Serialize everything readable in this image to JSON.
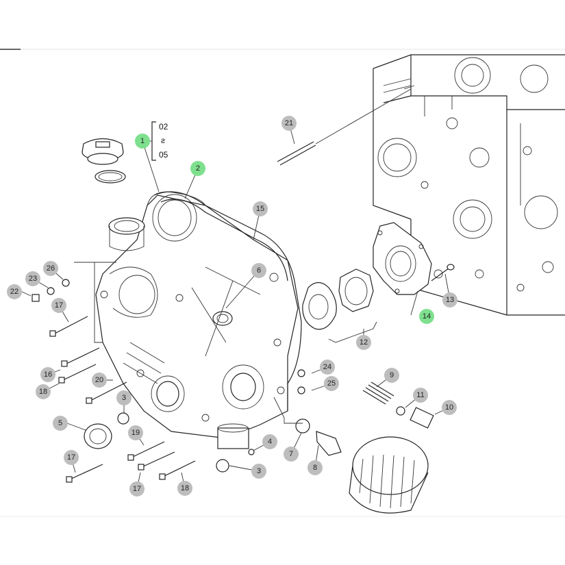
{
  "colors": {
    "callout_default": "#bdbdbd",
    "callout_highlight": "#7ee08e",
    "line": "#222222",
    "background": "#ffffff"
  },
  "variant_bracket": {
    "top": "02",
    "mid": "ƨ",
    "bottom": "05"
  },
  "callouts": [
    {
      "id": "c1",
      "label": "1",
      "highlight": true
    },
    {
      "id": "c2",
      "label": "2",
      "highlight": true
    },
    {
      "id": "c3a",
      "label": "3",
      "highlight": false
    },
    {
      "id": "c3b",
      "label": "3",
      "highlight": false
    },
    {
      "id": "c4",
      "label": "4",
      "highlight": false
    },
    {
      "id": "c5",
      "label": "5",
      "highlight": false
    },
    {
      "id": "c6",
      "label": "6",
      "highlight": false
    },
    {
      "id": "c7",
      "label": "7",
      "highlight": false
    },
    {
      "id": "c8",
      "label": "8",
      "highlight": false
    },
    {
      "id": "c9",
      "label": "9",
      "highlight": false
    },
    {
      "id": "c10",
      "label": "10",
      "highlight": false
    },
    {
      "id": "c11",
      "label": "11",
      "highlight": false
    },
    {
      "id": "c12",
      "label": "12",
      "highlight": false
    },
    {
      "id": "c13",
      "label": "13",
      "highlight": false
    },
    {
      "id": "c14",
      "label": "14",
      "highlight": true
    },
    {
      "id": "c15",
      "label": "15",
      "highlight": false
    },
    {
      "id": "c16",
      "label": "16",
      "highlight": false
    },
    {
      "id": "c17a",
      "label": "17",
      "highlight": false
    },
    {
      "id": "c17b",
      "label": "17",
      "highlight": false
    },
    {
      "id": "c17c",
      "label": "17",
      "highlight": false
    },
    {
      "id": "c18a",
      "label": "18",
      "highlight": false
    },
    {
      "id": "c18b",
      "label": "18",
      "highlight": false
    },
    {
      "id": "c19",
      "label": "19",
      "highlight": false
    },
    {
      "id": "c20",
      "label": "20",
      "highlight": false
    },
    {
      "id": "c21",
      "label": "21",
      "highlight": false
    },
    {
      "id": "c22",
      "label": "22",
      "highlight": false
    },
    {
      "id": "c23",
      "label": "23",
      "highlight": false
    },
    {
      "id": "c24",
      "label": "24",
      "highlight": false
    },
    {
      "id": "c25",
      "label": "25",
      "highlight": false
    },
    {
      "id": "c26",
      "label": "26",
      "highlight": false
    }
  ]
}
